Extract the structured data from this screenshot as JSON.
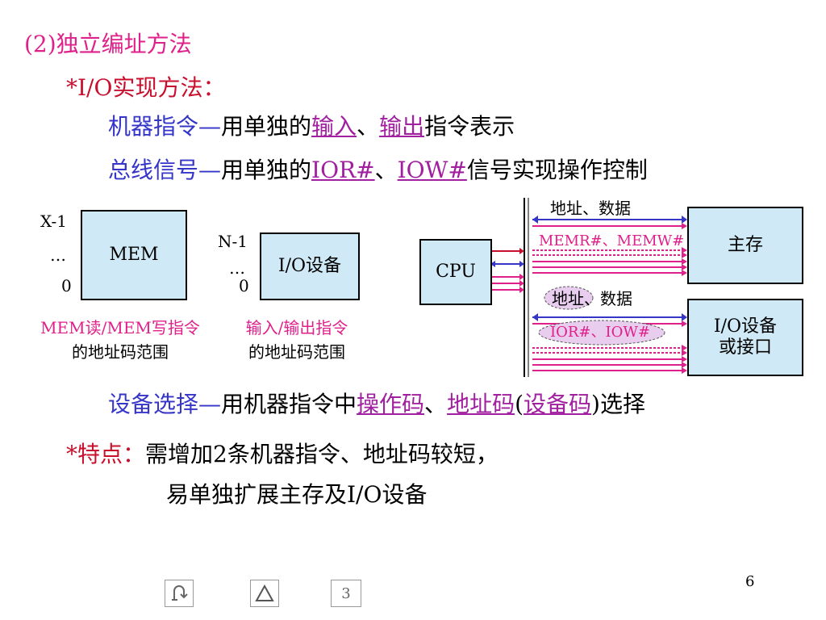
{
  "heading": "(2)独立编址方法",
  "impl": {
    "star": "*I/O实现方法："
  },
  "line1": {
    "label": "机器指令—",
    "text_a": "用单独的",
    "link_a": "输入",
    "sep": "、",
    "link_b": "输出",
    "text_b": "指令表示"
  },
  "line2": {
    "label": "总线信号—",
    "text_a": "用单独的",
    "link_a": "IOR#",
    "sep": "、",
    "link_b": "IOW#",
    "text_b": "信号实现操作控制"
  },
  "diagram_left": {
    "mem": {
      "top": "X-1",
      "dots": "…",
      "bottom": "0",
      "box": "MEM",
      "caption1": "MEM读/MEM写指令",
      "caption2": "的地址码范围"
    },
    "io": {
      "top": "N-1",
      "dots": "…",
      "bottom": "0",
      "box": "I/O设备",
      "caption1": "输入/输出指令",
      "caption2": "的地址码范围"
    }
  },
  "diagram_bus": {
    "cpu": "CPU",
    "main_mem": "主存",
    "io_dev_1": "I/O设备",
    "io_dev_2": "或接口",
    "label_top": "地址、数据",
    "label_memrw": "MEMR#、MEMW#",
    "label_addr": "地址",
    "label_data": "、数据",
    "label_iorw": "IOR#、IOW#"
  },
  "line3": {
    "label": "设备选择—",
    "text_a": "用机器指令中",
    "link_a": "操作码",
    "sep": "、",
    "link_b": "地址码",
    "paren_open": "(",
    "link_c": "设备码",
    "paren_close": ")",
    "text_b": "选择"
  },
  "feature": {
    "label": "*特点：",
    "text1": "需增加2条机器指令、地址码较短，",
    "text2": "易单独扩展主存及I/O设备"
  },
  "page_number": "6",
  "nav": {
    "return_icon": "return-icon",
    "home_icon": "triangle-icon",
    "next_label": "3"
  },
  "colors": {
    "pink": "#e0208a",
    "red": "#c8102e",
    "blue": "#3535c8",
    "purple": "#a020a0",
    "box_fill": "#cfeaf6"
  }
}
